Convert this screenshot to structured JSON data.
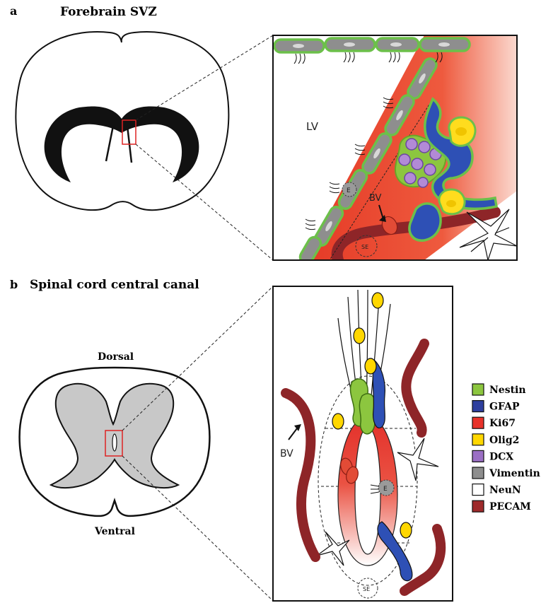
{
  "panel_a": {
    "letter": "a",
    "title": "Forebrain SVZ",
    "lv_label": "LV",
    "bv_label": "BV",
    "e_label": "E",
    "se_label": "SE"
  },
  "panel_b": {
    "letter": "b",
    "title": "Spinal cord central canal",
    "dorsal_label": "Dorsal",
    "ventral_label": "Ventral",
    "bv_label": "BV",
    "e_label": "E",
    "se_label": "SE"
  },
  "legend": {
    "items": [
      {
        "label": "Nestin",
        "color": "#8cc63f"
      },
      {
        "label": "GFAP",
        "color": "#2e3f9e"
      },
      {
        "label": "Ki67",
        "color": "#e8322a"
      },
      {
        "label": "Olig2",
        "color": "#ffd700"
      },
      {
        "label": "DCX",
        "color": "#9b6fc4"
      },
      {
        "label": "Vimentin",
        "color": "#8e8e8e"
      },
      {
        "label": "NeuN",
        "color": "#ffffff"
      },
      {
        "label": "PECAM",
        "color": "#9e2a2b"
      }
    ]
  }
}
